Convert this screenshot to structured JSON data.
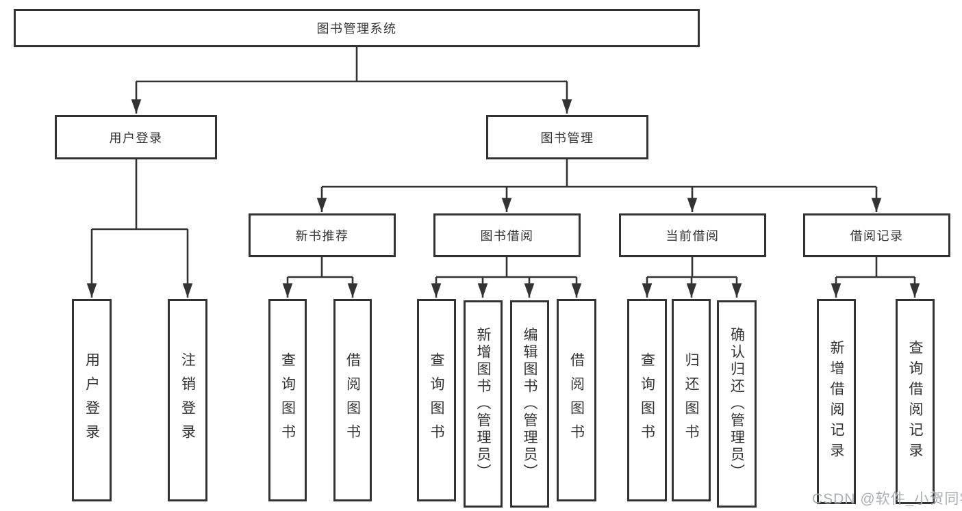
{
  "tree": {
    "label": "图书管理系统",
    "children": [
      {
        "label": "用户登录",
        "children": [
          {
            "label": "用户登录"
          },
          {
            "label": "注销登录"
          }
        ]
      },
      {
        "label": "图书管理",
        "children": [
          {
            "label": "新书推荐",
            "children": [
              {
                "label": "查询图书"
              },
              {
                "label": "借阅图书"
              }
            ]
          },
          {
            "label": "图书借阅",
            "children": [
              {
                "label": "查询图书"
              },
              {
                "label": "新增图书（管理员）"
              },
              {
                "label": "编辑图书（管理员）"
              },
              {
                "label": "借阅图书"
              }
            ]
          },
          {
            "label": "当前借阅",
            "children": [
              {
                "label": "查询图书"
              },
              {
                "label": "归还图书"
              },
              {
                "label": "确认归还（管理员）"
              }
            ]
          },
          {
            "label": "借阅记录",
            "children": [
              {
                "label": "新增借阅记录"
              },
              {
                "label": "查询借阅记录"
              }
            ]
          }
        ]
      }
    ]
  },
  "watermark": {
    "text": "CSDN @软件_小贺同学"
  },
  "colors": {
    "line": "#333333",
    "box_border": "#333333",
    "text": "#333333",
    "background": "#ffffff",
    "watermark": "#a9aeb5"
  }
}
